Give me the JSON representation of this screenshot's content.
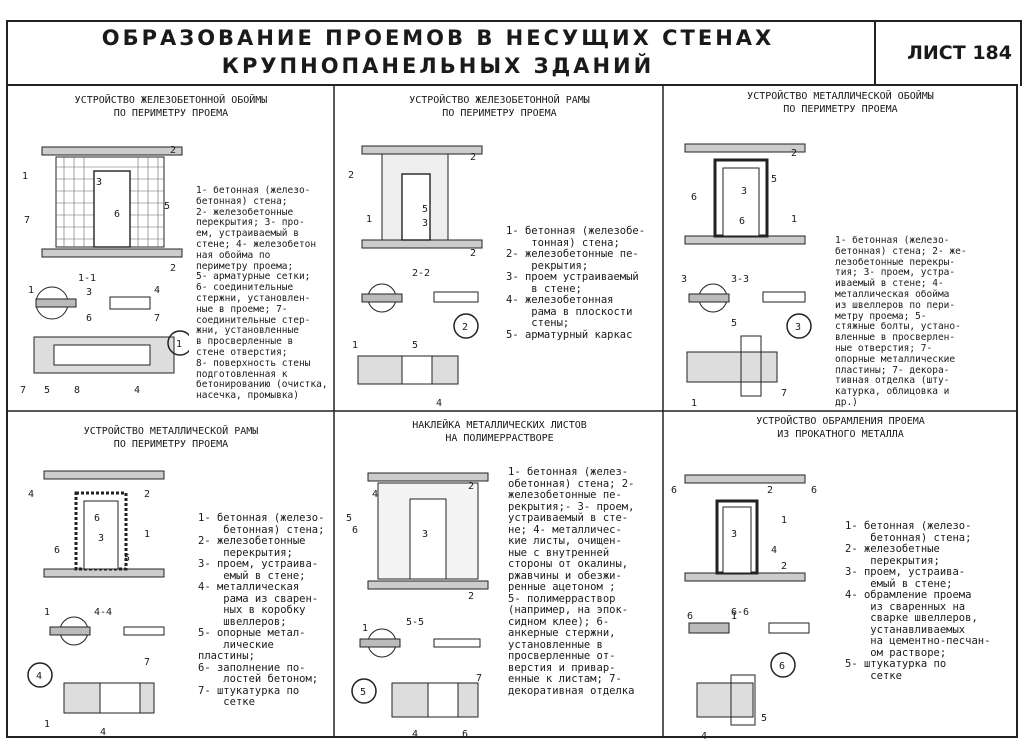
{
  "header": {
    "title_line1": "ОБРАЗОВАНИЕ ПРОЕМОВ В НЕСУЩИХ СТЕНАХ",
    "title_line2": "КРУПНОПАНЕЛЬНЫХ ЗДАНИЙ",
    "sheet": "ЛИСТ 184"
  },
  "panels": [
    {
      "title": "УСТРОЙСТВО ЖЕЛЕЗОБЕТОННОЙ ОБОЙМЫ\nПО ПЕРИМЕТРУ ПРОЕМА",
      "number": "1",
      "section": "1-1",
      "desc": "1- бетонная (железо-\nбетонная) стена;\n2- железобетонные\nперекрытия; 3- про-\nем, устраиваемый в\nстене; 4- железобетон\nная обойма по\nпериметру проема;\n5- арматурные сетки;\n6- соединительные\nстержни, установлен-\nные в проеме; 7-\nсоединительные стер-\nжни, установленные\nв просверленные в\nстене отверстия;\n8- поверхность стены\nподготовленная к\nбетонированию (очистка,\nнасечка, промывка)"
    },
    {
      "title": "УСТРОЙСТВО ЖЕЛЕЗОБЕТОННОЙ РАМЫ\nПО ПЕРИМЕТРУ ПРОЕМА",
      "number": "2",
      "section": "2-2",
      "desc": "1- бетонная (железобе-\n    тонная) стена;\n2- железобетонные пе-\n    рекрытия;\n3- проем устраиваемый\n    в стене;\n4- железобетонная\n    рама в плоскости\n    стены;\n5- арматурный каркас"
    },
    {
      "title": "УСТРОЙСТВО МЕТАЛЛИЧЕСКОЙ ОБОЙМЫ\nПО ПЕРИМЕТРУ ПРОЕМА",
      "number": "3",
      "section": "3-3",
      "desc": "1- бетонная (железо-\nбетонная) стена; 2- же-\nлезобетонные перекры-\nтия; 3- проем, устра-\nиваемый в стене; 4-\nметаллическая обойма\nиз швеллеров по пери-\nметру проема; 5-\nстяжные болты, устано-\nвленные в просверлен-\nные отверстия; 7-\nопорные металлические\nпластины; 7- декора-\nтивная отделка (шту-\nкатурка, облицовка и\nдр.)"
    },
    {
      "title": "УСТРОЙСТВО МЕТАЛЛИЧЕСКОЙ РАМЫ\nПО ПЕРИМЕТРУ ПРОЕМА",
      "number": "4",
      "section": "4-4",
      "desc": "1- бетонная (железо-\n    бетонная) стена;\n2- железобетонные\n    перекрытия;\n3- проем, устраива-\n    емый в стене;\n4- металлическая\n    рама из сварен-\n    ных в коробку\n    швеллеров;\n5- опорные метал-\n    лические пластины;\n6- заполнение по-\n    лостей бетоном;\n7- штукатурка по\n    сетке"
    },
    {
      "title": "НАКЛЕЙКА МЕТАЛЛИЧЕСКИХ ЛИСТОВ\nНА ПОЛИМЕРРАСТВОРЕ",
      "number": "5",
      "section": "5-5",
      "desc": "1- бетонная (желез-\nобетонная) стена; 2-\nжелезобетонные пе-\nрекрытия;- 3- проем,\nустраиваемый в сте-\nне; 4- металличес-\nкие листы, очищен-\nные с внутренней\nстороны от окалины,\nржавчины и обезжи-\nренные ацетоном ;\n5- полимерраствор\n(например, на эпок-\nсидном клее); 6-\nанкерные стержни,\nустановленные в\nпросверленные от-\nверстия и привар-\nенные к листам; 7-\nдекоративная отделка"
    },
    {
      "title": "УСТРОЙСТВО ОБРАМЛЕНИЯ ПРОЕМА\nИЗ ПРОКАТНОГО МЕТАЛЛА",
      "number": "6",
      "section": "6-6",
      "desc": "1- бетонная (железо-\n    бетонная) стена;\n2- железобетные\n    перекрытия;\n3- проем, устраива-\n    емый в стене;\n4- обрамление проема\n    из сваренных на\n    сварке швеллеров,\n    устанавливаемых\n    на цементно-песчан-\n    ом растворе;\n5- штукатурка по\n    сетке"
    }
  ]
}
